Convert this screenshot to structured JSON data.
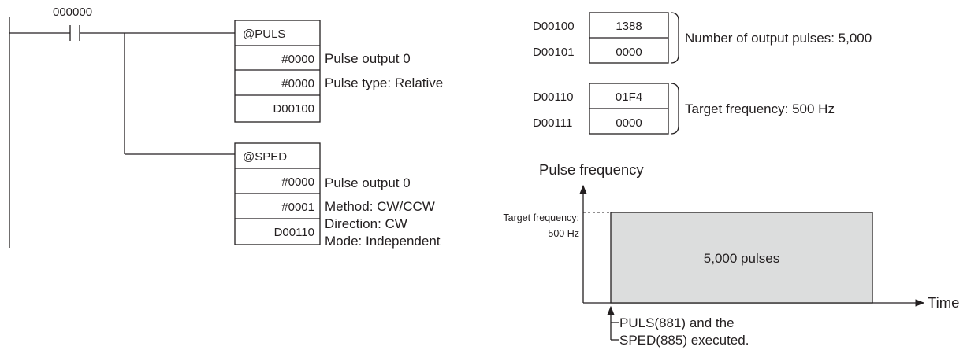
{
  "ladder": {
    "contact_address": "000000",
    "puls": {
      "mnemonic": "@PULS",
      "operands": [
        "#0000",
        "#0000",
        "D00100"
      ],
      "notes": [
        "Pulse output 0",
        "Pulse type: Relative"
      ]
    },
    "sped": {
      "mnemonic": "@SPED",
      "operands": [
        "#0000",
        "#0001",
        "D00110"
      ],
      "notes": [
        "Pulse output 0",
        "Method: CW/CCW",
        "Direction: CW",
        "Mode: Independent"
      ]
    }
  },
  "memory": {
    "pulses": {
      "rows": [
        {
          "address": "D00100",
          "value": "1388"
        },
        {
          "address": "D00101",
          "value": "0000"
        }
      ],
      "note": "Number of output pulses: 5,000"
    },
    "frequency": {
      "rows": [
        {
          "address": "D00110",
          "value": "01F4"
        },
        {
          "address": "D00111",
          "value": "0000"
        }
      ],
      "note": "Target frequency: 500 Hz"
    }
  },
  "graph": {
    "y_axis_label": "Pulse frequency",
    "x_axis_label": "Time",
    "target_label_line1": "Target frequency:",
    "target_label_line2": "500 Hz",
    "area_label": "5,000 pulses",
    "event_line1": "PULS(881) and the",
    "event_line2": "SPED(885) executed.",
    "fill_color": "#dcdddd"
  }
}
